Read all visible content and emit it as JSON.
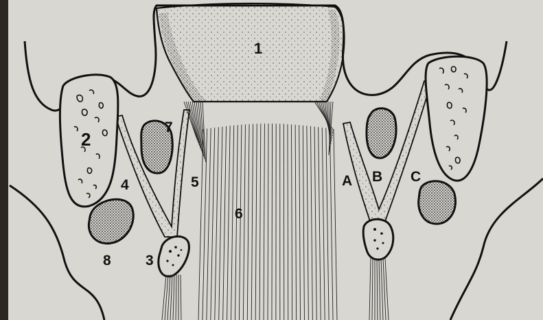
{
  "labels": {
    "n1": "1",
    "n2": "2",
    "n3": "3",
    "n4": "4",
    "n5": "5",
    "n6": "6",
    "n7": "7",
    "n8": "8",
    "a": "A",
    "b": "B",
    "c": "C"
  }
}
